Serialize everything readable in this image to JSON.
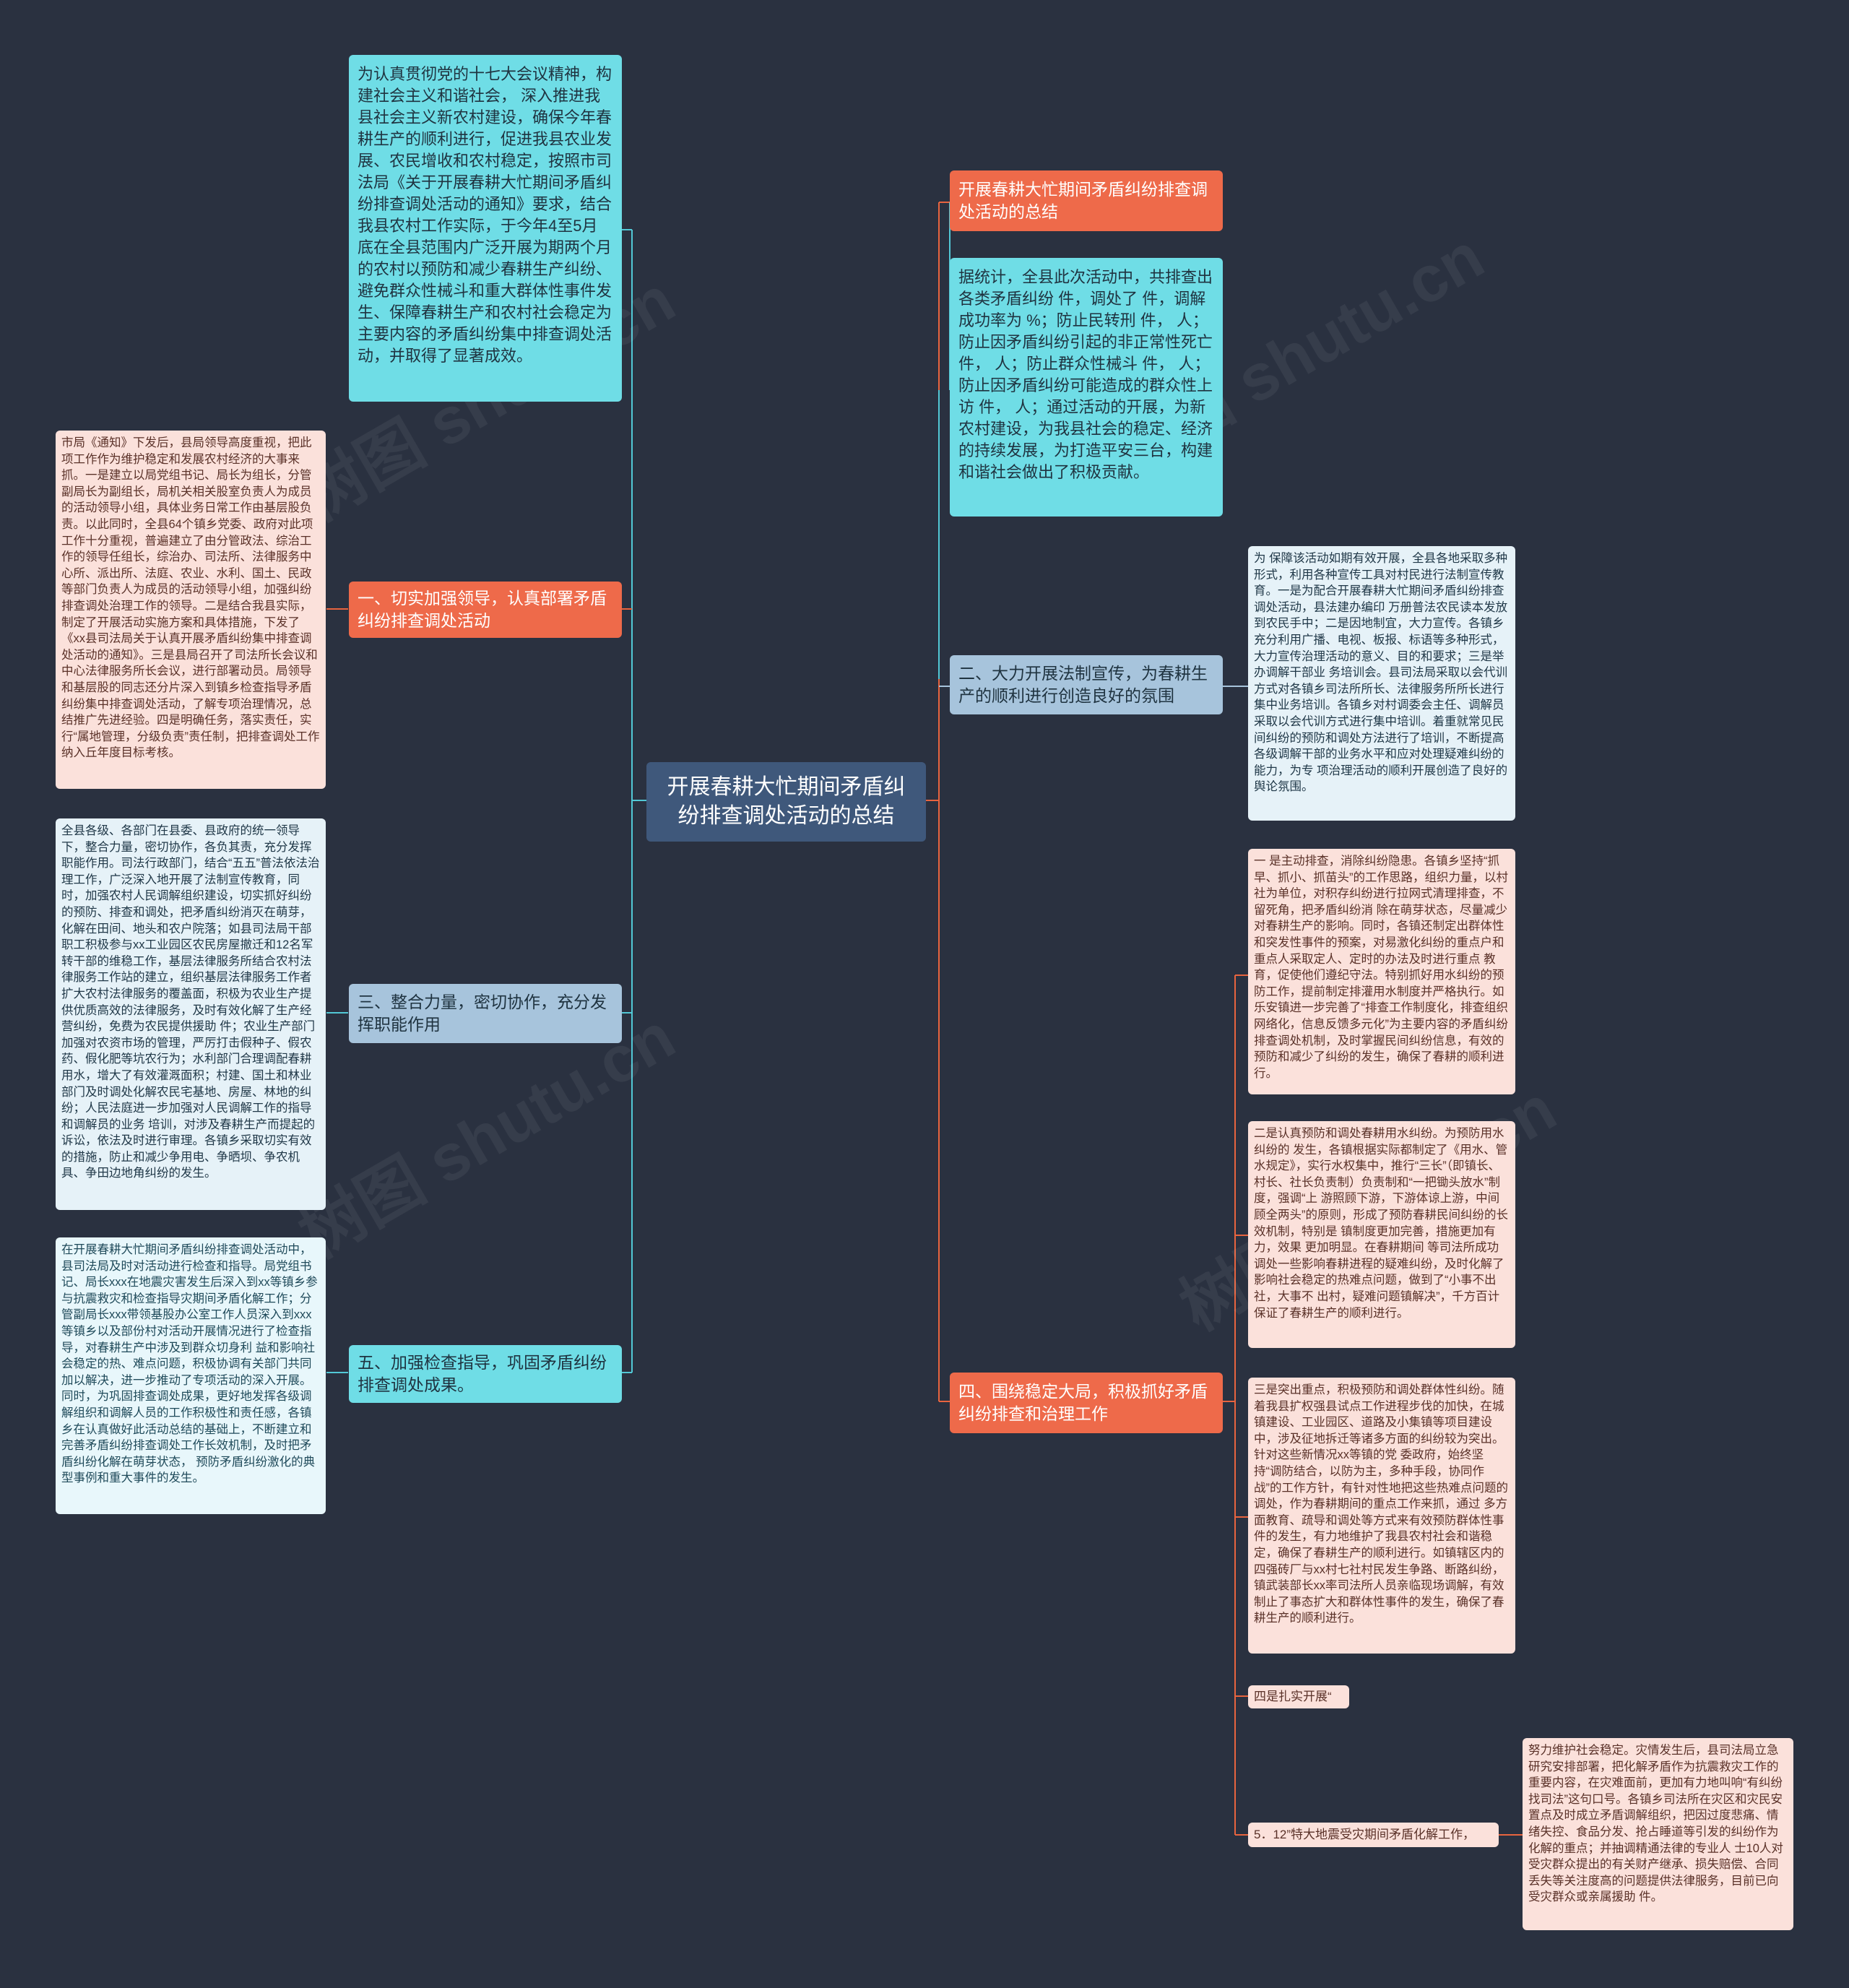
{
  "colors": {
    "background": "#2a3140",
    "center": "#3f587b",
    "red": "#ee6a4a",
    "cyan": "#6fdde6",
    "blue": "#a7c4dc",
    "pink_leaf": "#fbe1db",
    "light_leaf": "#e8f7fb",
    "line_cyan": "#52c8d6",
    "line_red": "#e8643f"
  },
  "center": {
    "label": "开展春耕大忙期间矛盾纠纷排查调处活动的总结"
  },
  "left": {
    "intro": {
      "text": "为认真贯彻党的十七大会议精神，构建社会主义和谐社会， 深入推进我县社会主义新农村建设，确保今年春耕生产的顺利进行，促进我县农业发展、农民增收和农村稳定，按照市司法局《关于开展春耕大忙期间矛盾纠纷排查调处活动的通知》要求，结合我县农村工作实际，于今年4至5月底在全县范围内广泛开展为期两个月的农村以预防和减少春耕生产纠纷、避免群众性械斗和重大群体性事件发生、保障春耕生产和农村社会稳定为主要内容的矛盾纠纷集中排查调处活动，并取得了显著成效。"
    },
    "b1": {
      "label": "一、切实加强领导，认真部署矛盾纠纷排查调处活动",
      "detail": "市局《通知》下发后，县局领导高度重视，把此项工作作为维护稳定和发展农村经济的大事来抓。一是建立以局党组书记、局长为组长，分管副局长为副组长，局机关相关股室负责人为成员的活动领导小组，具体业务日常工作由基层股负责。以此同时，全县64个镇乡党委、政府对此项工作十分重视，普遍建立了由分管政法、综治工作的领导任组长，综治办、司法所、法律服务中心所、派出所、法庭、农业、水利、国土、民政等部门负责人为成员的活动领导小组，加强纠纷排查调处治理工作的领导。二是结合我县实际，制定了开展活动实施方案和具体措施，下发了《xx县司法局关于认真开展矛盾纠纷集中排查调处活动的通知》。三是县局召开了司法所长会议和中心法律服务所长会议，进行部署动员。局领导和基层股的同志还分片深入到镇乡检查指导矛盾纠纷集中排查调处活动，了解专项治理情况，总结推广先进经验。四是明确任务，落实责任，实行“属地管理，分级负责”责任制，把排查调处工作纳入丘年度目标考核。"
    },
    "b3": {
      "label": "三、整合力量，密切协作，充分发挥职能作用",
      "detail": "全县各级、各部门在县委、县政府的统一领导下，整合力量，密切协作，各负其责，充分发挥职能作用。司法行政部门，结合“五五”普法依法治理工作，广泛深入地开展了法制宣传教育，同时，加强农村人民调解组织建设，切实抓好纠纷的预防、排查和调处，把矛盾纠纷消灭在萌芽，化解在田间、地头和农户院落；如县司法局干部职工积极参与xx工业园区农民房屋撤迁和12名军转干部的维稳工作，基层法律服务所结合农村法律服务工作站的建立，组织基层法律服务工作者扩大农村法律服务的覆盖面，积极为农业生产提供优质高效的法律服务，及时有效化解了生产经营纠纷，免费为农民提供援助 件；农业生产部门加强对农资市场的管理，严厉打击假种子、假农药、假化肥等坑农行为；水利部门合理调配春耕用水，增大了有效灌溉面积；村建、国土和林业部门及时调处化解农民宅基地、房屋、林地的纠纷；人民法庭进一步加强对人民调解工作的指导和调解员的业务 培训，对涉及春耕生产而提起的诉讼，依法及时进行审理。各镇乡采取切实有效的措施，防止和减少争用电、争晒坝、争农机具、争田边地角纠纷的发生。"
    },
    "b5": {
      "label": "五、加强检查指导，巩固矛盾纠纷排查调处成果。",
      "detail": "在开展春耕大忙期间矛盾纠纷排查调处活动中，县司法局及时对活动进行检查和指导。局党组书记、局长xxx在地震灾害发生后深入到xx等镇乡参与抗震救灾和检查指导灾期间矛盾化解工作；分管副局长xxx带领基股办公室工作人员深入到xxx等镇乡以及部份村对活动开展情况进行了检查指导，对春耕生产中涉及到群众切身利 益和影响社会稳定的热、难点问题，积极协调有关部门共同加以解决，进一步推动了专项活动的深入开展。同时，为巩固排查调处成果，更好地发挥各级调解组织和调解人员的工作积极性和责任感，各镇乡在认真做好此活动总结的基础上，不断建立和完善矛盾纠纷排查调处工作长效机制，及时把矛盾纠纷化解在萌芽状态， 预防矛盾纠纷激化的典型事例和重大事件的发生。"
    }
  },
  "right": {
    "summary": {
      "label": "开展春耕大忙期间矛盾纠纷排查调处活动的总结",
      "stats": "据统计，全县此次活动中，共排查出各类矛盾纠纷 件，调处了 件，调解成功率为 %；防止民转刑 件， 人；防止因矛盾纠纷引起的非正常性死亡 件， 人；防止群众性械斗 件， 人；防止因矛盾纠纷可能造成的群众性上访 件， 人；通过活动的开展，为新农村建设，为我县社会的稳定、经济的持续发展，为打造平安三台，构建和谐社会做出了积极贡献。"
    },
    "b2": {
      "label": "二、大力开展法制宣传，为春耕生产的顺利进行创造良好的氛围",
      "detail": "为 保障该活动如期有效开展，全县各地采取多种形式，利用各种宣传工具对村民进行法制宣传教育。一是为配合开展春耕大忙期间矛盾纠纷排查调处活动，县法建办编印 万册普法农民读本发放到农民手中；二是因地制宜，大力宣传。各镇乡充分利用广播、电视、板报、标语等多种形式，大力宣传治理活动的意义、目的和要求；三是举办调解干部业 务培训会。县司法局采取以会代训方式对各镇乡司法所所长、法律服务所所长进行集中业务培训。各镇乡对村调委会主任、调解员采取以会代训方式进行集中培训。着重就常见民间纠纷的预防和调处方法进行了培训，不断提高各级调解干部的业务水平和应对处理疑难纠纷的能力，为专 项治理活动的顺利开展创造了良好的舆论氛围。"
    },
    "b4": {
      "label": "四、围绕稳定大局，积极抓好矛盾纠纷排查和治理工作",
      "items": [
        "一 是主动排查，消除纠纷隐患。各镇乡坚持“抓早、抓小、抓苗头”的工作思路，组织力量，以村社为单位，对积存纠纷进行拉网式清理排查，不留死角，把矛盾纠纷消 除在萌芽状态，尽量减少对春耕生产的影响。同时，各镇还制定出群体性和突发性事件的预案，对易激化纠纷的重点户和重点人采取定人、定时的办法及时进行重点 教育，促使他们遵纪守法。特别抓好用水纠纷的预防工作，提前制定排灌用水制度并严格执行。如乐安镇进一步完善了“排查工作制度化，排查组织网络化，信息反馈多元化”为主要内容的矛盾纠纷排查调处机制，及时掌握民间纠纷信息，有效的预防和减少了纠纷的发生，确保了春耕的顺利进行。",
        "二是认真预防和调处春耕用水纠纷。为预防用水纠纷的 发生，各镇根据实际都制定了《用水、管水规定》，实行水权集中，推行“三长”（即镇长、村长、社长负责制）负责制和“一把锄头放水”制度，强调“上 游照顾下游，下游体谅上游，中间顾全两头”的原则，形成了预防春耕民间纠纷的长效机制，特别是 镇制度更加完善，措施更加有力，效果 更加明显。在春耕期间 等司法所成功调处一些影响春耕进程的疑难纠纷，及时化解了影响社会稳定的热难点问题，做到了“小事不出社，大事不 出村，疑难问题镇解决”，千方百计保证了春耕生产的顺利进行。",
        "三是突出重点，积极预防和调处群体性纠纷。随着我县扩权强县试点工作进程步伐的加快，在城镇建设、工业园区、道路及小集镇等项目建设中，涉及征地拆迁等诸多方面的纠纷较为突出。针对这些新情况xx等镇的党 委政府，始终坚持“调防结合，以防为主，多种手段，协同作战”的工作方针，有针对性地把这些热难点问题的调处，作为春耕期间的重点工作来抓，通过 多方面教育、疏导和调处等方式来有效预防群体性事件的发生，有力地维护了我县农村社会和谐稳定，确保了春耕生产的顺利进行。如镇辖区内的四强砖厂与xx村七社村民发生争路、断路纠纷，镇武装部长xx率司法所人员亲临现场调解，有效制止了事态扩大和群体性事件的发生，确保了春耕生产的顺利进行。",
        "四是扎实开展“",
        "5．12”特大地震受灾期间矛盾化解工作，"
      ],
      "quake_detail": "努力维护社会稳定。灾情发生后，县司法局立急研究安排部署，把化解矛盾作为抗震救灾工作的重要内容，在灾难面前，更加有力地叫响“有纠纷找司法”这句口号。各镇乡司法所在灾区和灾民安置点及时成立矛盾调解组织，把因过度悲痛、情绪失控、食品分发、抢占睡道等引发的纠纷作为化解的重点；并抽调精通法律的专业人 士10人对受灾群众提出的有关财产继承、损失赔偿、合同丢失等关注度高的问题提供法律服务，目前已向受灾群众或亲属援助 件。"
    }
  },
  "watermark": "树图 shutu.cn"
}
